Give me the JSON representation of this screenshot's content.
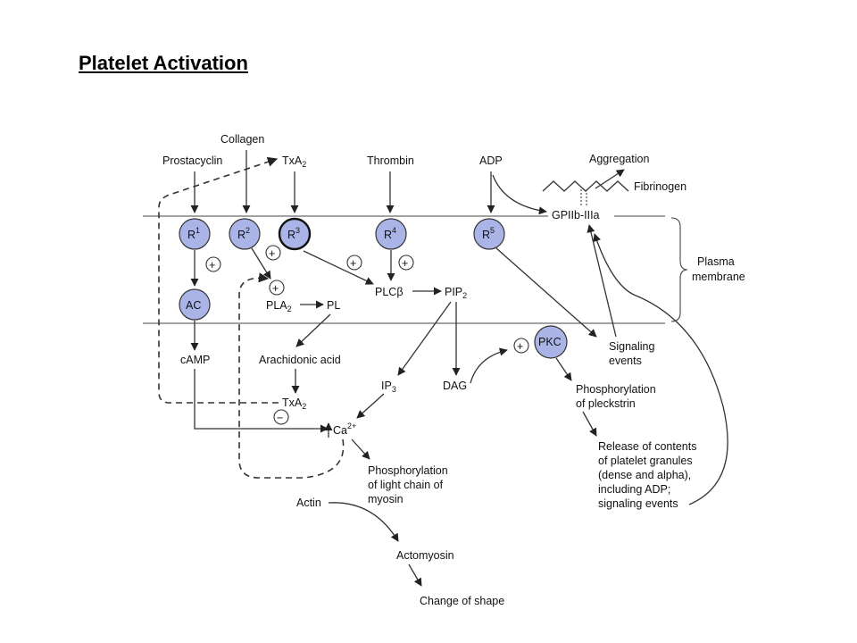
{
  "title": "Platelet Activation",
  "agonists": {
    "collagen": "Collagen",
    "prostacyclin": "Prostacyclin",
    "txa2_top": "TxA",
    "txa2_top_sub": "2",
    "thrombin": "Thrombin",
    "adp": "ADP"
  },
  "receptors": [
    {
      "label": "R",
      "sup": "1"
    },
    {
      "label": "R",
      "sup": "2"
    },
    {
      "label": "R",
      "sup": "3"
    },
    {
      "label": "R",
      "sup": "4"
    },
    {
      "label": "R",
      "sup": "5"
    }
  ],
  "ac": "AC",
  "pkc": "PKC",
  "signs": {
    "plus": "+",
    "minus": "−"
  },
  "membrane": {
    "label_line1": "Plasma",
    "label_line2": "membrane"
  },
  "outside": {
    "aggregation": "Aggregation",
    "fibrinogen": "Fibrinogen",
    "gp": "GPIIb-IIIa"
  },
  "intermediates": {
    "plcb": "PLCβ",
    "pip": "PIP",
    "pip_sub": "2",
    "pla": "PLA",
    "pla_sub": "2",
    "pl": "PL",
    "camp": "cAMP",
    "arachidonic": "Arachidonic acid",
    "txa2_bottom": "TxA",
    "txa2_bottom_sub": "2",
    "ip": "IP",
    "ip_sub": "3",
    "dag": "DAG",
    "ca": "Ca",
    "ca_sup": "2+",
    "signaling_line1": "Signaling",
    "signaling_line2": "events",
    "phos_pleck_line1": "Phosphorylation",
    "phos_pleck_line2": "of pleckstrin",
    "phos_myosin_line1": "Phosphorylation",
    "phos_myosin_line2": "of light chain of",
    "phos_myosin_line3": "myosin",
    "actin": "Actin",
    "actomyosin": "Actomyosin",
    "change": "Change of shape",
    "release_line1": "Release of contents",
    "release_line2": "of platelet granules",
    "release_line3": "(dense and alpha),",
    "release_line4": "including ADP;",
    "release_line5": "signaling events"
  },
  "colors": {
    "receptor_fill": "#aab4e6",
    "line": "#333333"
  }
}
